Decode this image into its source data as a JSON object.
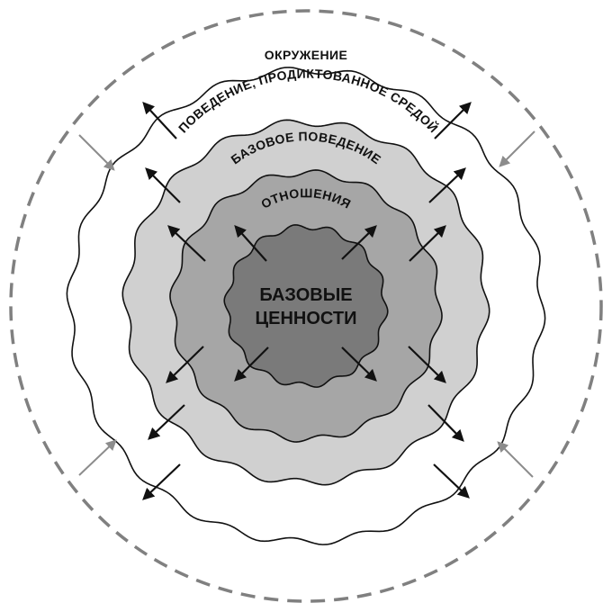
{
  "diagram": {
    "labels": {
      "environment": "ОКРУЖЕНИЕ",
      "environment_behavior": "ПОВЕДЕНИЕ, ПРОДИКТОВАННОЕ СРЕДОЙ",
      "basic_behavior": "БАЗОВОЕ ПОВЕДЕНИЕ",
      "attitudes": "ОТНОШЕНИЯ",
      "core_line1": "БАЗОВЫЕ",
      "core_line2": "ЦЕННОСТИ"
    },
    "colors": {
      "core_fill": "#7a7a7a",
      "attitudes_fill": "#a6a6a6",
      "basic_behavior_fill": "#d0d0d0",
      "environment_behavior_fill": "#ffffff",
      "outline": "#111111",
      "dashed_boundary": "#808080",
      "outward_arrow": "#111111",
      "inward_arrow": "#8c8c8c"
    }
  }
}
